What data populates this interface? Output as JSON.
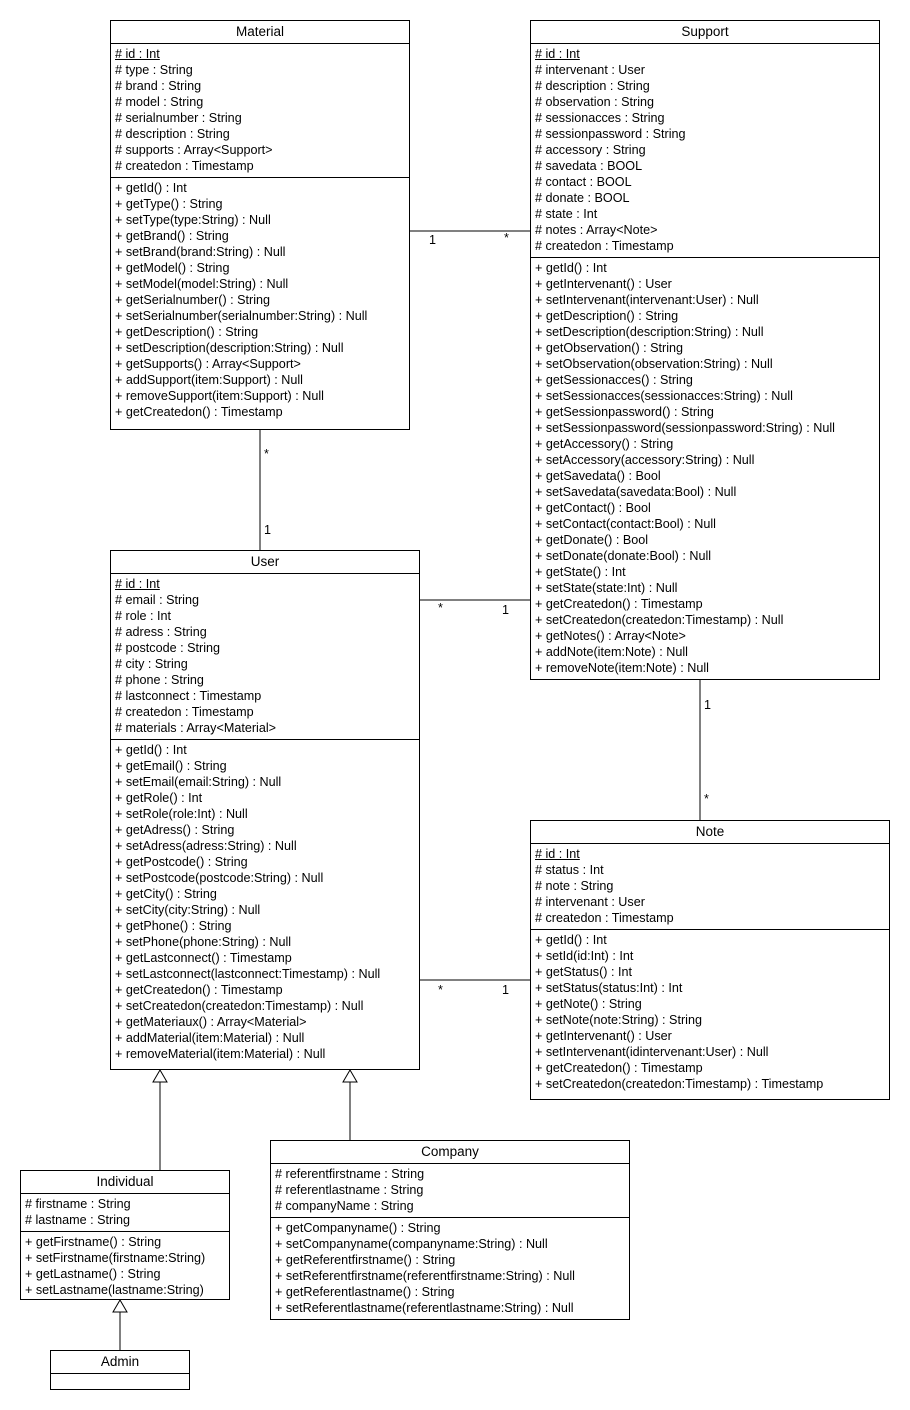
{
  "classes": {
    "material": {
      "name": "Material",
      "attributes": [
        {
          "text": "# id : Int",
          "static": true
        },
        {
          "text": "# type : String"
        },
        {
          "text": "# brand : String"
        },
        {
          "text": "# model : String"
        },
        {
          "text": "# serialnumber : String"
        },
        {
          "text": "# description : String"
        },
        {
          "text": "# supports : Array<Support>"
        },
        {
          "text": "# createdon : Timestamp"
        }
      ],
      "methods": [
        "+ getId() : Int",
        "+ getType() : String",
        "+ setType(type:String) : Null",
        "+ getBrand() : String",
        "+ setBrand(brand:String) : Null",
        "+ getModel() : String",
        "+ setModel(model:String) : Null",
        "+ getSerialnumber() : String",
        "+ setSerialnumber(serialnumber:String) : Null",
        "+ getDescription() : String",
        "+ setDescription(description:String) : Null",
        "+ getSupports() : Array<Support>",
        "+ addSupport(item:Support) : Null",
        "+ removeSupport(item:Support) : Null",
        "+ getCreatedon() : Timestamp"
      ]
    },
    "support": {
      "name": "Support",
      "attributes": [
        {
          "text": "# id : Int",
          "static": true
        },
        {
          "text": "# intervenant : User"
        },
        {
          "text": "# description : String"
        },
        {
          "text": "# observation : String"
        },
        {
          "text": "# sessionacces : String"
        },
        {
          "text": "# sessionpassword : String"
        },
        {
          "text": "# accessory : String"
        },
        {
          "text": "# savedata : BOOL"
        },
        {
          "text": "# contact : BOOL"
        },
        {
          "text": "# donate : BOOL"
        },
        {
          "text": "# state : Int"
        },
        {
          "text": "# notes : Array<Note>"
        },
        {
          "text": "# createdon : Timestamp"
        }
      ],
      "methods": [
        "+ getId() : Int",
        "+ getIntervenant() : User",
        "+ setIntervenant(intervenant:User) : Null",
        "+ getDescription() : String",
        "+ setDescription(description:String) : Null",
        "+ getObservation() : String",
        "+ setObservation(observation:String) : Null",
        "+ getSessionacces() : String",
        "+ setSessionacces(sessionacces:String) : Null",
        "+ getSessionpassword() : String",
        "+ setSessionpassword(sessionpassword:String) : Null",
        "+ getAccessory() : String",
        "+ setAccessory(accessory:String) : Null",
        "+ getSavedata() : Bool",
        "+ setSavedata(savedata:Bool) : Null",
        "+ getContact() : Bool",
        "+ setContact(contact:Bool) : Null",
        "+ getDonate() : Bool",
        "+ setDonate(donate:Bool) : Null",
        "+ getState() : Int",
        "+ setState(state:Int) : Null",
        "+ getCreatedon() : Timestamp",
        "+ setCreatedon(createdon:Timestamp) : Null",
        "+ getNotes() : Array<Note>",
        "+ addNote(item:Note) : Null",
        "+ removeNote(item:Note) : Null"
      ]
    },
    "user": {
      "name": "User",
      "attributes": [
        {
          "text": "# id : Int",
          "static": true
        },
        {
          "text": "# email : String"
        },
        {
          "text": "# role : Int"
        },
        {
          "text": "# adress : String"
        },
        {
          "text": "# postcode : String"
        },
        {
          "text": "# city : String"
        },
        {
          "text": "# phone : String"
        },
        {
          "text": "# lastconnect : Timestamp"
        },
        {
          "text": "# createdon : Timestamp"
        },
        {
          "text": "# materials : Array<Material>"
        }
      ],
      "methods": [
        "+ getId() : Int",
        "+ getEmail() : String",
        "+ setEmail(email:String) : Null",
        "+ getRole() : Int",
        "+ setRole(role:Int) : Null",
        "+ getAdress() : String",
        "+ setAdress(adress:String) : Null",
        "+ getPostcode() : String",
        "+ setPostcode(postcode:String) : Null",
        "+ getCity() : String",
        "+ setCity(city:String) : Null",
        "+ getPhone() : String",
        "+ setPhone(phone:String) : Null",
        "+ getLastconnect() : Timestamp",
        "+ setLastconnect(lastconnect:Timestamp) : Null",
        "+ getCreatedon() : Timestamp",
        "+ setCreatedon(createdon:Timestamp) : Null",
        "+ getMateriaux() : Array<Material>",
        "+ addMaterial(item:Material) : Null",
        "+ removeMaterial(item:Material) : Null"
      ]
    },
    "note": {
      "name": "Note",
      "attributes": [
        {
          "text": "# id : Int",
          "static": true
        },
        {
          "text": "# status : Int"
        },
        {
          "text": "# note : String"
        },
        {
          "text": "# intervenant : User"
        },
        {
          "text": "# createdon : Timestamp"
        }
      ],
      "methods": [
        "+ getId() : Int",
        "+ setId(id:Int) : Int",
        "+ getStatus() : Int",
        "+ setStatus(status:Int) : Int",
        "+ getNote() : String",
        "+ setNote(note:String) : String",
        "+ getIntervenant() : User",
        "+ setIntervenant(idintervenant:User) : Null",
        "+ getCreatedon() : Timestamp",
        "+ setCreatedon(createdon:Timestamp) : Timestamp"
      ]
    },
    "company": {
      "name": "Company",
      "attributes": [
        {
          "text": "# referentfirstname : String"
        },
        {
          "text": "# referentlastname : String"
        },
        {
          "text": "# companyName : String"
        }
      ],
      "methods": [
        "+ getCompanyname() : String",
        "+ setCompanyname(companyname:String) : Null",
        "+ getReferentfirstname() : String",
        "+ setReferentfirstname(referentfirstname:String) : Null",
        "+ getReferentlastname() : String",
        "+ setReferentlastname(referentlastname:String) : Null"
      ]
    },
    "individual": {
      "name": "Individual",
      "attributes": [
        {
          "text": "# firstname : String"
        },
        {
          "text": "# lastname : String"
        }
      ],
      "methods": [
        "+ getFirstname() : String",
        "+ setFirstname(firstname:String)",
        "+ getLastname() : String",
        "+ setLastname(lastname:String)"
      ]
    },
    "admin": {
      "name": "Admin",
      "attributes": [],
      "methods": []
    }
  },
  "associations": [
    {
      "id": "material-support",
      "from_mult": "1",
      "to_mult": "*"
    },
    {
      "id": "material-user",
      "from_mult": "*",
      "to_mult": "1"
    },
    {
      "id": "user-support",
      "from_mult": "*",
      "to_mult": "1"
    },
    {
      "id": "support-note",
      "from_mult": "1",
      "to_mult": "*"
    },
    {
      "id": "user-note",
      "from_mult": "*",
      "to_mult": "1"
    }
  ],
  "generalizations": [
    {
      "child": "Individual",
      "parent": "User"
    },
    {
      "child": "Company",
      "parent": "User"
    },
    {
      "child": "Admin",
      "parent": "Individual"
    }
  ]
}
